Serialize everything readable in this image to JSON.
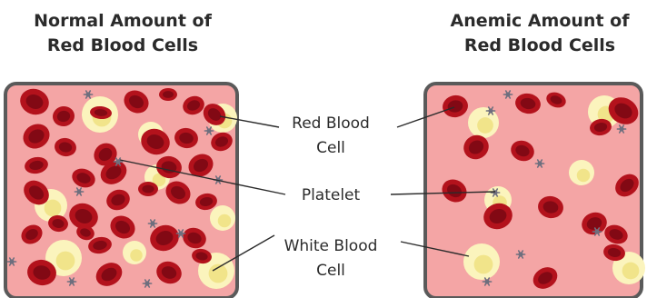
{
  "titles": {
    "normal": "Normal Amount of\nRed Blood Cells",
    "anemic": "Anemic Amount of\nRed Blood Cells"
  },
  "labels": {
    "red_blood_cell": "Red Blood\nCell",
    "platelet": "Platelet",
    "white_blood_cell": "White Blood\nCell"
  },
  "colors": {
    "panel_fill": "#f4a5a5",
    "panel_border": "#5a5a5a",
    "rbc_outer": "#b3121c",
    "rbc_inner": "#820914",
    "wbc_outer": "#fbf4bd",
    "wbc_inner": "#f1e48a",
    "platelet": "#6f6f7e",
    "leader_line": "#2b2b2b"
  }
}
